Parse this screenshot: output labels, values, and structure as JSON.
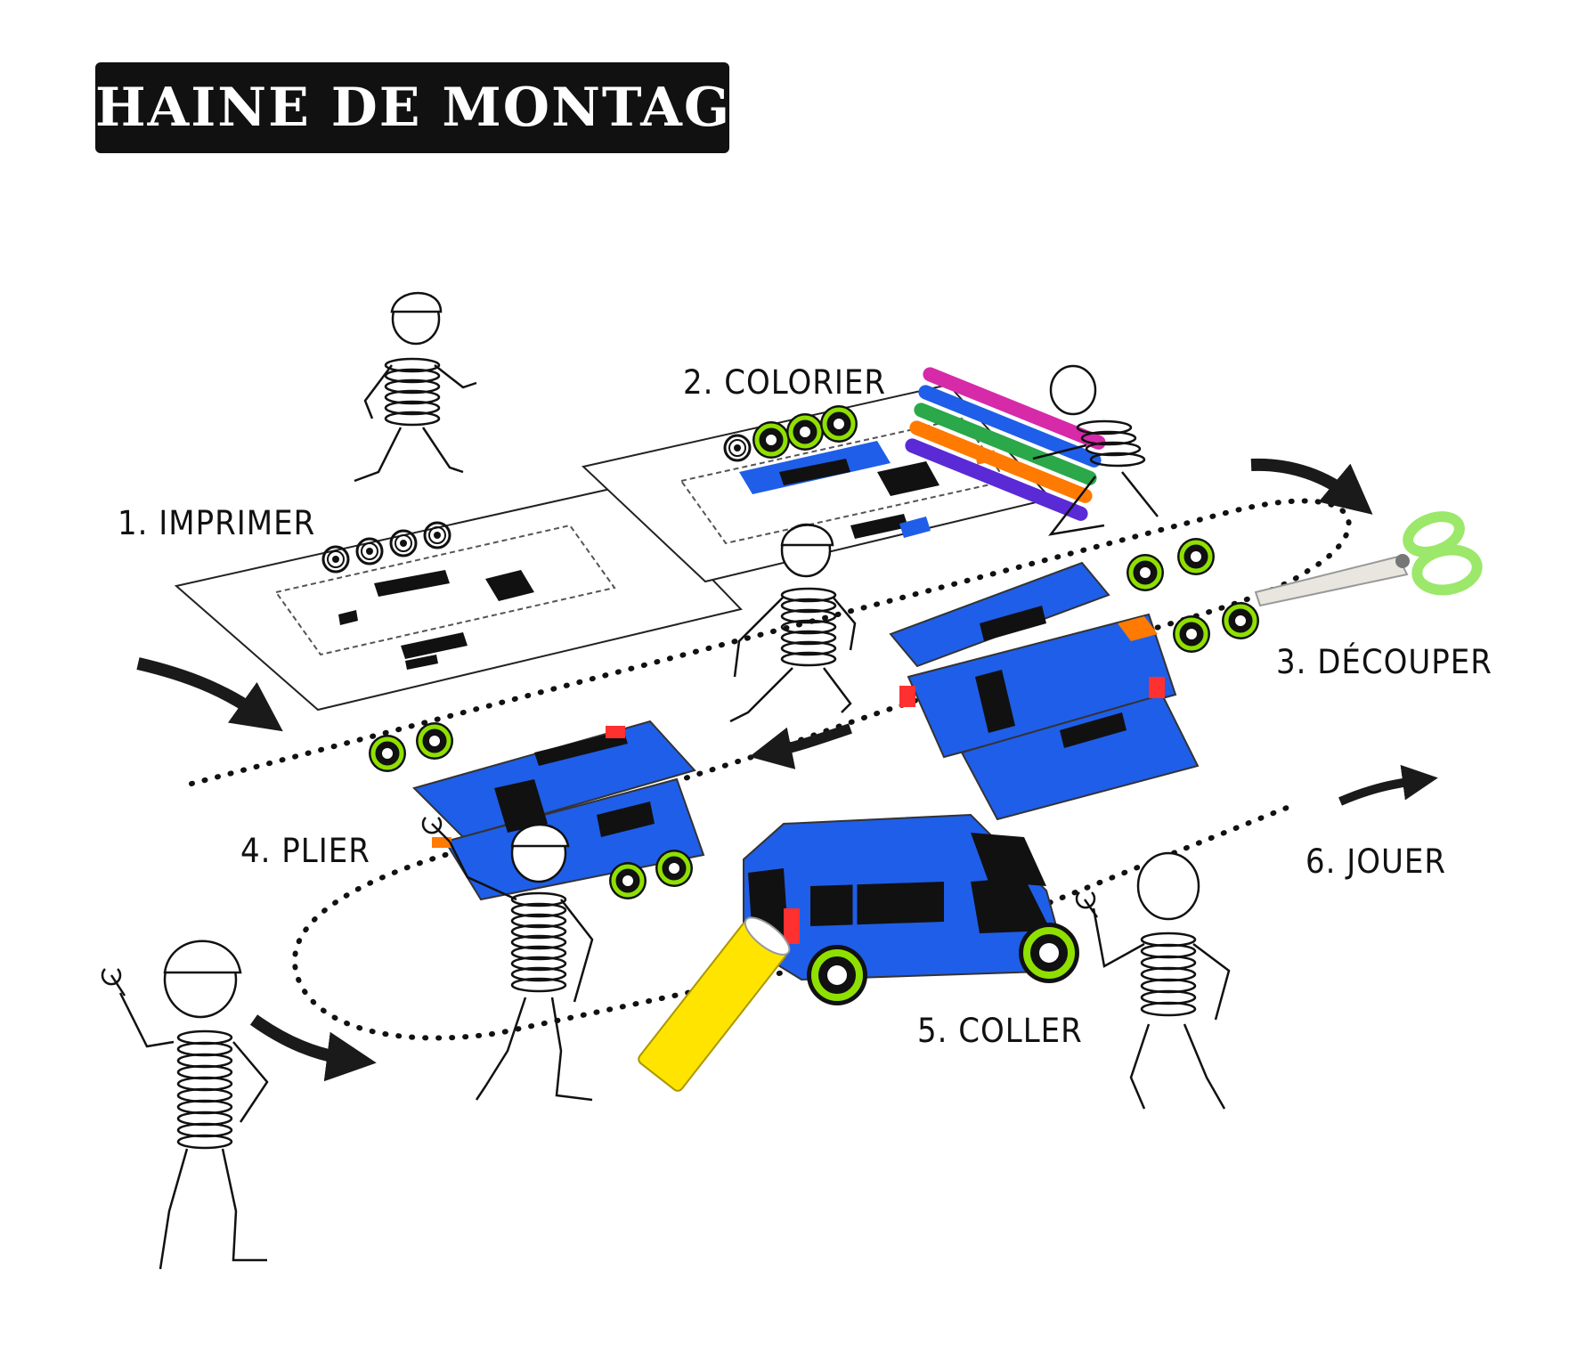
{
  "title": "CHAINE DE MONTAGE",
  "steps": [
    {
      "label": "1. IMPRIMER"
    },
    {
      "label": "2. COLORIER"
    },
    {
      "label": "3. DÉCOUPER"
    },
    {
      "label": "4. PLIER"
    },
    {
      "label": "5. COLLER"
    },
    {
      "label": "6. JOUER"
    }
  ],
  "colors": {
    "van_blue": "#1f5ee8",
    "wheel_green": "#8fe000",
    "title_background": "#111111",
    "scissors_green": "#9be86a",
    "glue_yellow": "#ffe400"
  },
  "icons": [
    "stick-worker",
    "hard-hat-icon",
    "wrench-icon",
    "scissors-icon",
    "felt-pens-icon",
    "glue-stick-icon",
    "arrow-icon"
  ]
}
